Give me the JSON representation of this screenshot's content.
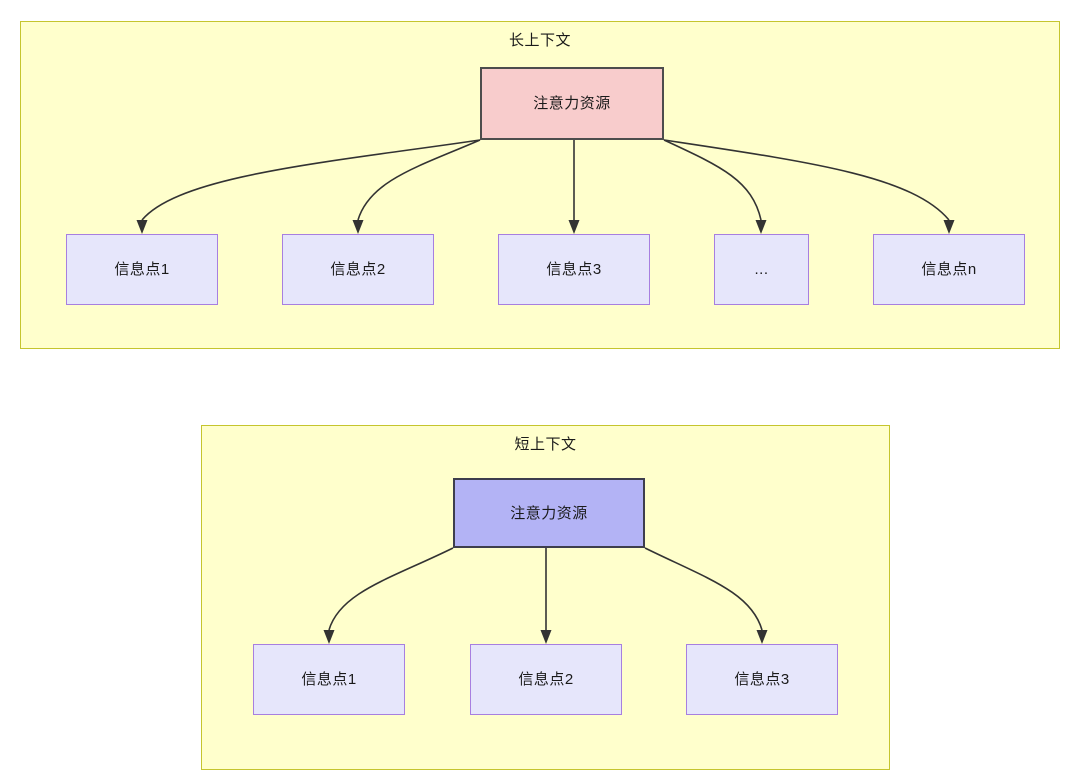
{
  "diagram": {
    "title_long": "长上下文",
    "title_short": "短上下文",
    "colors": {
      "group_fill": "#FFFFCC",
      "group_border": "#C5C52E",
      "attention_long_fill": "#F8CCCC",
      "attention_long_border": "#4D4D4D",
      "attention_short_fill": "#B3B3F5",
      "attention_short_border": "#3E3E4D",
      "info_fill": "#E6E6FB",
      "info_border": "#A77FE0",
      "edge_stroke": "#333333",
      "text": "#1A1A1A"
    }
  },
  "long_context": {
    "title": "长上下文",
    "attention": {
      "label": "注意力资源"
    },
    "info_points": [
      {
        "label": "信息点1"
      },
      {
        "label": "信息点2"
      },
      {
        "label": "信息点3"
      },
      {
        "label": "..."
      },
      {
        "label": "信息点n"
      }
    ]
  },
  "short_context": {
    "title": "短上下文",
    "attention": {
      "label": "注意力资源"
    },
    "info_points": [
      {
        "label": "信息点1"
      },
      {
        "label": "信息点2"
      },
      {
        "label": "信息点3"
      }
    ]
  }
}
